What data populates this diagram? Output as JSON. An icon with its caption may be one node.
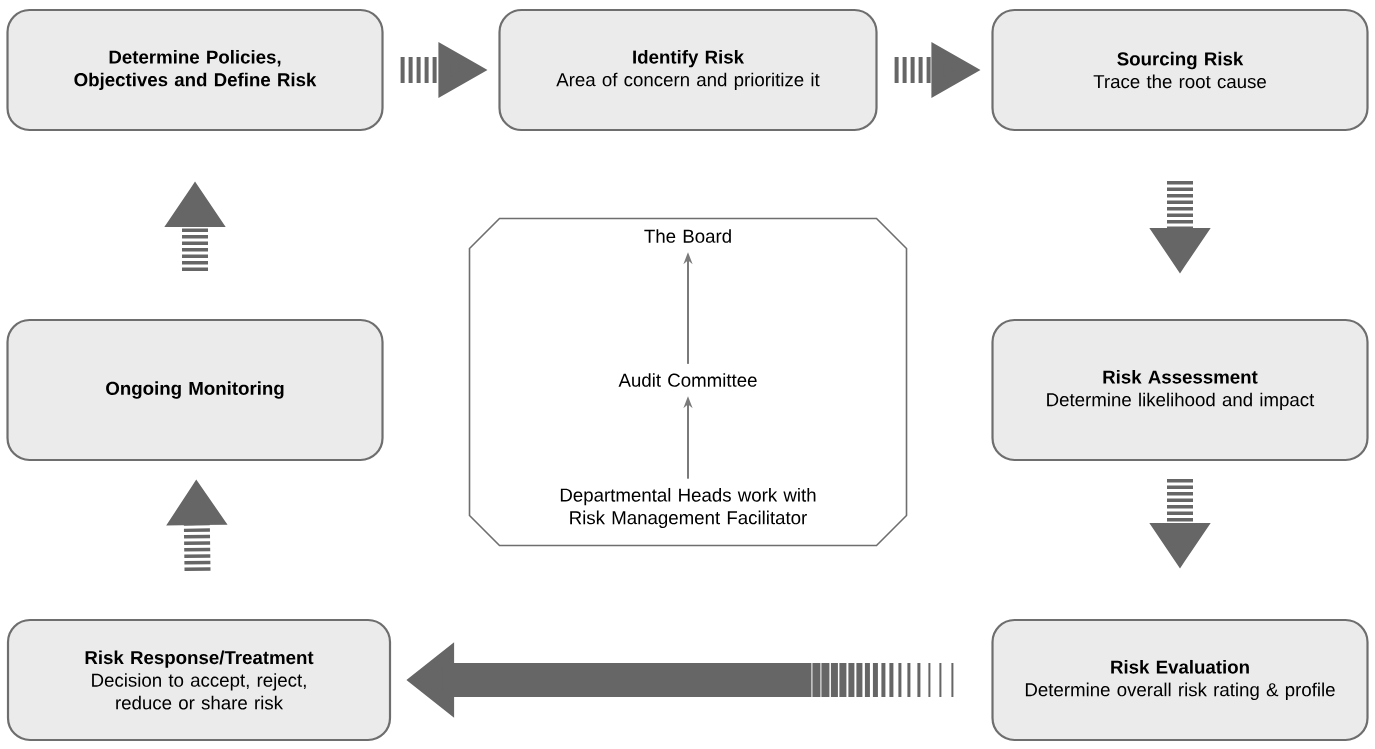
{
  "diagram": {
    "nodes": [
      {
        "text": [
          "Determine Policies, Objectives and Define Risk"
        ]
      },
      {
        "text": [
          "Identify Risk",
          "Area of concern and prioritize it"
        ]
      },
      {
        "text": [
          "Sourcing Risk",
          "Trace the root cause"
        ]
      },
      {
        "text": [
          "Risk Assessment",
          "Determine likelihood and impact"
        ]
      },
      {
        "text": [
          "Risk Evaluation",
          "Determine overall risk rating & profile"
        ]
      },
      {
        "text": [
          "Risk Response/Treatment",
          "Decision to accept, reject, reduce or share risk"
        ]
      },
      {
        "text": [
          "Ongoing Monitoring"
        ]
      },
      {
        "text": [],
        "shape": "octagon"
      },
      {
        "text": [
          "The Board"
        ],
        "in": 7
      },
      {
        "text": [
          "Audit Committee"
        ],
        "in": 7
      },
      {
        "text": [
          "Departmental Heads work with Risk Management Facilitator"
        ],
        "in": 7
      }
    ],
    "edges": [
      {
        "from": 0,
        "to": 1,
        "arrow": "to",
        "style": "dashed"
      },
      {
        "from": 1,
        "to": 2,
        "arrow": "to",
        "style": "dashed"
      },
      {
        "from": 2,
        "to": 3,
        "arrow": "to",
        "style": "dashed"
      },
      {
        "from": 3,
        "to": 4,
        "arrow": "to",
        "style": "dashed"
      },
      {
        "from": 4,
        "to": 5,
        "arrow": "to",
        "style": "dashed"
      },
      {
        "from": 5,
        "to": 6,
        "arrow": "to",
        "style": "dashed"
      },
      {
        "from": 6,
        "to": 0,
        "arrow": "to",
        "style": "dashed"
      },
      {
        "from": 10,
        "to": 9,
        "arrow": "to"
      },
      {
        "from": 9,
        "to": 8,
        "arrow": "to"
      }
    ]
  }
}
